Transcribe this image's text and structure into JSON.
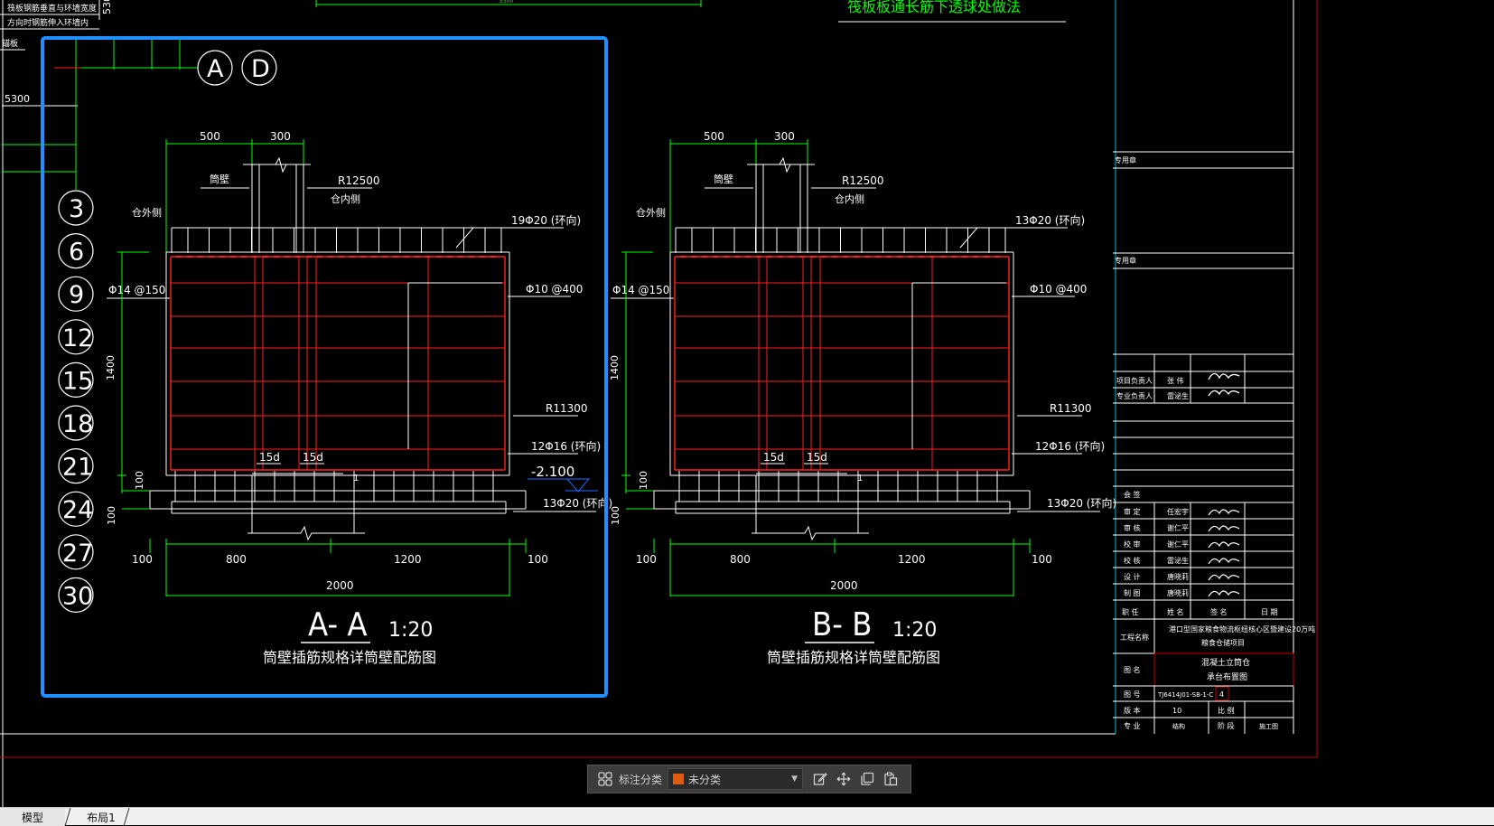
{
  "drawing": {
    "top_note_line1": "筏板钢筋垂直与环墙宽度",
    "top_note_line2": "方向时钢筋伸入环墙内",
    "top_note_line3": "锚板",
    "top_dim_5300": "5300",
    "left_dim_5300": "5300",
    "small_dim_5300": "5300",
    "top_heading": "筏板板通长筋下透球处做法",
    "grid_bubbles_top": [
      "A",
      "D"
    ],
    "grid_bubbles_left": [
      "3",
      "6",
      "9",
      "12",
      "15",
      "18",
      "21",
      "24",
      "27",
      "30"
    ]
  },
  "sections": [
    {
      "name": "A- A",
      "scale": "1:20",
      "caption": "筒壁插筋规格详筒壁配筋图",
      "dim_500": "500",
      "dim_300": "300",
      "label_wall": "筒壁",
      "label_outside": "仓外侧",
      "label_inside": "仓内侧",
      "label_r12500": "R12500",
      "label_top_rebar": "19Φ20 (环向)",
      "label_side_rebar": "Φ14 @150",
      "label_mid_rebar": "Φ10 @400",
      "label_r11300": "R11300",
      "label_bottom_rebar": "12Φ16 (环向)",
      "label_base_rebar": "13Φ20 (环向)",
      "label_15d_a": "15d",
      "label_15d_b": "15d",
      "label_1": "1",
      "level": "-2.100",
      "dim_1400": "1400",
      "dim_100_a": "100",
      "dim_100_b": "100",
      "dim_100_left": "100",
      "dim_800": "800",
      "dim_1200": "1200",
      "dim_100_right": "100",
      "dim_2000": "2000"
    },
    {
      "name": "B- B",
      "scale": "1:20",
      "caption": "筒壁插筋规格详筒壁配筋图",
      "dim_500": "500",
      "dim_300": "300",
      "label_wall": "筒壁",
      "label_outside": "仓外侧",
      "label_inside": "仓内侧",
      "label_r12500": "R12500",
      "label_top_rebar": "13Φ20 (环向)",
      "label_side_rebar": "Φ14 @150",
      "label_mid_rebar": "Φ10 @400",
      "label_r11300": "R11300",
      "label_bottom_rebar": "12Φ16 (环向)",
      "label_base_rebar": "13Φ20 (环向)",
      "label_15d_a": "15d",
      "label_15d_b": "15d",
      "label_1": "1",
      "level": "",
      "dim_1400": "1400",
      "dim_100_a": "100",
      "dim_100_b": "100",
      "dim_100_left": "100",
      "dim_800": "800",
      "dim_1200": "1200",
      "dim_100_right": "100",
      "dim_2000": "2000"
    }
  ],
  "title_block": {
    "seal_1": "专用章",
    "seal_2": "专用章",
    "project_leader_label": "项目负责人",
    "project_leader_name": "张 伟",
    "discipline_leader_label": "专业负责人",
    "discipline_leader_name": "雷泌生",
    "countersign": "会 签",
    "roles": [
      {
        "role": "审 定",
        "name": "任宏宇"
      },
      {
        "role": "审 核",
        "name": "谢仁平"
      },
      {
        "role": "校 审",
        "name": "谢仁平"
      },
      {
        "role": "校 核",
        "name": "雷泌生"
      },
      {
        "role": "设 计",
        "name": "唐晓莉"
      },
      {
        "role": "制 图",
        "name": "唐晓莉"
      }
    ],
    "header_duty": "职 任",
    "header_name": "姓 名",
    "header_sign": "签 名",
    "header_date": "日 期",
    "project_name_label": "工程名称",
    "project_name_line1": "港口型国家粮食物流枢纽核心区暨建设20万吨",
    "project_name_line2": "粮食仓储项目",
    "drawing_name_label": "图 名",
    "drawing_name_line1": "混凝土立筒仓",
    "drawing_name_line2": "承台布置图",
    "drawing_no_label": "图 号",
    "drawing_no": "TJ6414J01-SB-1-C",
    "sheet_no": "4",
    "version_label": "版 本",
    "version": "10",
    "scale_label": "比 例",
    "discipline_label": "专 业",
    "discipline": "结构",
    "phase_label": "阶 段",
    "phase": "施工图"
  },
  "toolbar": {
    "grid_icon": "grid-icon",
    "category_label": "标注分类",
    "category_value": "未分类",
    "category_color": "#e05a10",
    "edit_icon": "edit-icon",
    "move_icon": "move-icon",
    "copy_icon": "copy-icon",
    "paste_icon": "paste-icon"
  },
  "tabs": [
    {
      "label": "模型",
      "active": true
    },
    {
      "label": "布局1",
      "active": false
    }
  ],
  "colors": {
    "background": "#000000",
    "line_white": "#ffffff",
    "dim_green": "#00ff00",
    "rebar_red": "#ff2020",
    "frame_cyan": "#00bcd4",
    "border_red": "#c00000",
    "selection_blue": "#1e90ff"
  }
}
